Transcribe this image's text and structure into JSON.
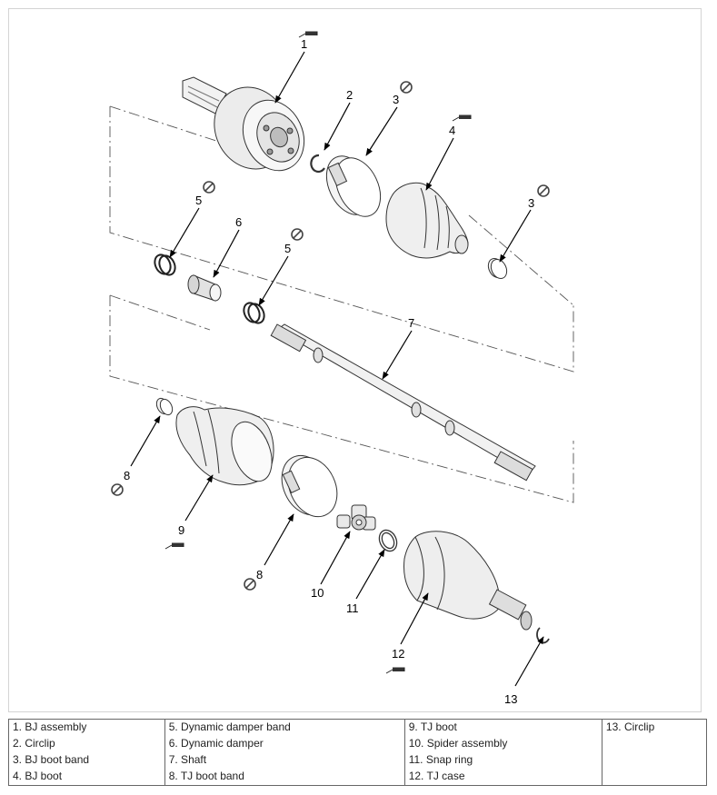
{
  "callouts": {
    "c1": "1",
    "c2": "2",
    "c3a": "3",
    "c3b": "3",
    "c4": "4",
    "c5a": "5",
    "c5b": "5",
    "c6": "6",
    "c7": "7",
    "c8a": "8",
    "c8b": "8",
    "c9": "9",
    "c10": "10",
    "c11": "11",
    "c12": "12",
    "c13": "13"
  },
  "legend": [
    [
      "1. BJ assembly",
      "5. Dynamic damper band",
      "9. TJ boot",
      "13. Circlip"
    ],
    [
      "2. Circlip",
      "6. Dynamic damper",
      "10. Spider assembly",
      ""
    ],
    [
      "3. BJ boot band",
      "7. Shaft",
      "11. Snap ring",
      ""
    ],
    [
      "4. BJ boot",
      "8. TJ boot band",
      "12. TJ case",
      ""
    ]
  ],
  "icons": {
    "do_not_reuse": "prohibition-circle-icon",
    "grease": "grease-tube-icon"
  }
}
